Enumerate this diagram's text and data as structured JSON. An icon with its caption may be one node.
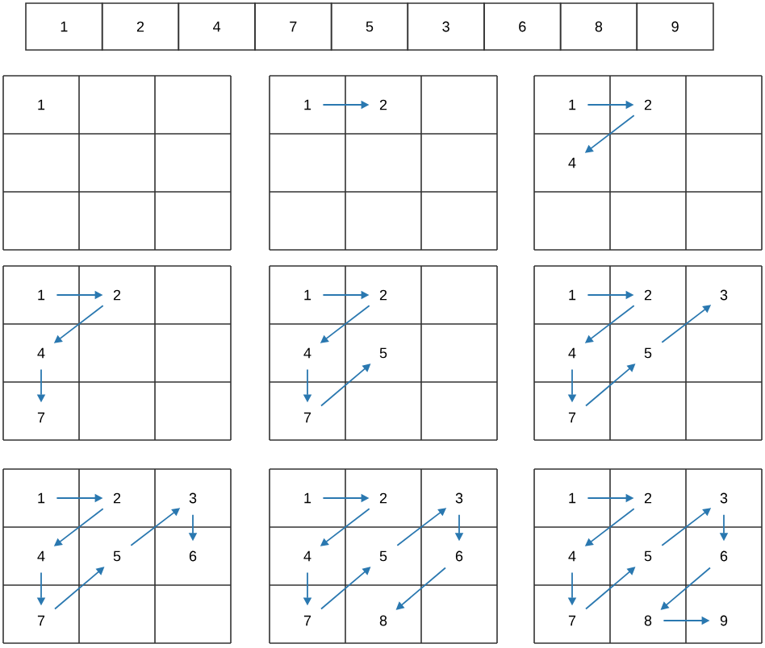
{
  "diagram": {
    "nodes": [
      {
        "text": [
          "1"
        ]
      },
      {
        "text": [
          "1"
        ]
      },
      {
        "text": [
          "2"
        ]
      },
      {
        "text": [
          "1"
        ]
      },
      {
        "text": [
          "2"
        ]
      },
      {
        "text": [
          "4"
        ]
      },
      {
        "text": [
          "1"
        ]
      },
      {
        "text": [
          "2"
        ]
      },
      {
        "text": [
          "4"
        ]
      },
      {
        "text": [
          "7"
        ]
      },
      {
        "text": [
          "1"
        ]
      },
      {
        "text": [
          "2"
        ]
      },
      {
        "text": [
          "4"
        ]
      },
      {
        "text": [
          "5"
        ]
      },
      {
        "text": [
          "7"
        ]
      },
      {
        "text": [
          "1"
        ]
      },
      {
        "text": [
          "2"
        ]
      },
      {
        "text": [
          "3"
        ]
      },
      {
        "text": [
          "4"
        ]
      },
      {
        "text": [
          "5"
        ]
      },
      {
        "text": [
          "7"
        ]
      },
      {
        "text": [
          "1"
        ]
      },
      {
        "text": [
          "2"
        ]
      },
      {
        "text": [
          "3"
        ]
      },
      {
        "text": [
          "4"
        ]
      },
      {
        "text": [
          "5"
        ]
      },
      {
        "text": [
          "6"
        ]
      },
      {
        "text": [
          "7"
        ]
      },
      {
        "text": [
          "1"
        ]
      },
      {
        "text": [
          "2"
        ]
      },
      {
        "text": [
          "3"
        ]
      },
      {
        "text": [
          "4"
        ]
      },
      {
        "text": [
          "5"
        ]
      },
      {
        "text": [
          "6"
        ]
      },
      {
        "text": [
          "7"
        ]
      },
      {
        "text": [
          "8"
        ]
      },
      {
        "text": [
          "1"
        ]
      },
      {
        "text": [
          "2"
        ]
      },
      {
        "text": [
          "3"
        ]
      },
      {
        "text": [
          "4"
        ]
      },
      {
        "text": [
          "5"
        ]
      },
      {
        "text": [
          "6"
        ]
      },
      {
        "text": [
          "7"
        ]
      },
      {
        "text": [
          "8"
        ]
      },
      {
        "text": [
          "9"
        ]
      }
    ],
    "edges": [
      {
        "from": 1,
        "to": 2,
        "arrow": "to"
      },
      {
        "from": 3,
        "to": 4,
        "arrow": "to"
      },
      {
        "from": 4,
        "to": 5,
        "arrow": "to"
      },
      {
        "from": 6,
        "to": 7,
        "arrow": "to"
      },
      {
        "from": 7,
        "to": 8,
        "arrow": "to"
      },
      {
        "from": 8,
        "to": 9,
        "arrow": "to"
      },
      {
        "from": 10,
        "to": 11,
        "arrow": "to"
      },
      {
        "from": 11,
        "to": 12,
        "arrow": "to"
      },
      {
        "from": 12,
        "to": 14,
        "arrow": "to"
      },
      {
        "from": 14,
        "to": 13,
        "arrow": "to"
      },
      {
        "from": 15,
        "to": 16,
        "arrow": "to"
      },
      {
        "from": 16,
        "to": 18,
        "arrow": "to"
      },
      {
        "from": 18,
        "to": 20,
        "arrow": "to"
      },
      {
        "from": 20,
        "to": 19,
        "arrow": "to"
      },
      {
        "from": 19,
        "to": 17,
        "arrow": "to"
      },
      {
        "from": 21,
        "to": 22,
        "arrow": "to"
      },
      {
        "from": 22,
        "to": 24,
        "arrow": "to"
      },
      {
        "from": 24,
        "to": 27,
        "arrow": "to"
      },
      {
        "from": 27,
        "to": 25,
        "arrow": "to"
      },
      {
        "from": 25,
        "to": 23,
        "arrow": "to"
      },
      {
        "from": 23,
        "to": 26,
        "arrow": "to"
      },
      {
        "from": 28,
        "to": 29,
        "arrow": "to"
      },
      {
        "from": 29,
        "to": 31,
        "arrow": "to"
      },
      {
        "from": 31,
        "to": 34,
        "arrow": "to"
      },
      {
        "from": 34,
        "to": 32,
        "arrow": "to"
      },
      {
        "from": 32,
        "to": 30,
        "arrow": "to"
      },
      {
        "from": 30,
        "to": 33,
        "arrow": "to"
      },
      {
        "from": 33,
        "to": 35,
        "arrow": "to"
      },
      {
        "from": 36,
        "to": 37,
        "arrow": "to"
      },
      {
        "from": 37,
        "to": 39,
        "arrow": "to"
      },
      {
        "from": 39,
        "to": 42,
        "arrow": "to"
      },
      {
        "from": 42,
        "to": 40,
        "arrow": "to"
      },
      {
        "from": 40,
        "to": 38,
        "arrow": "to"
      },
      {
        "from": 38,
        "to": 41,
        "arrow": "to"
      },
      {
        "from": 41,
        "to": 43,
        "arrow": "to"
      },
      {
        "from": 43,
        "to": 44,
        "arrow": "to"
      }
    ],
    "labels": [
      "1",
      "2",
      "4",
      "7",
      "5",
      "3",
      "6",
      "8",
      "9"
    ]
  }
}
